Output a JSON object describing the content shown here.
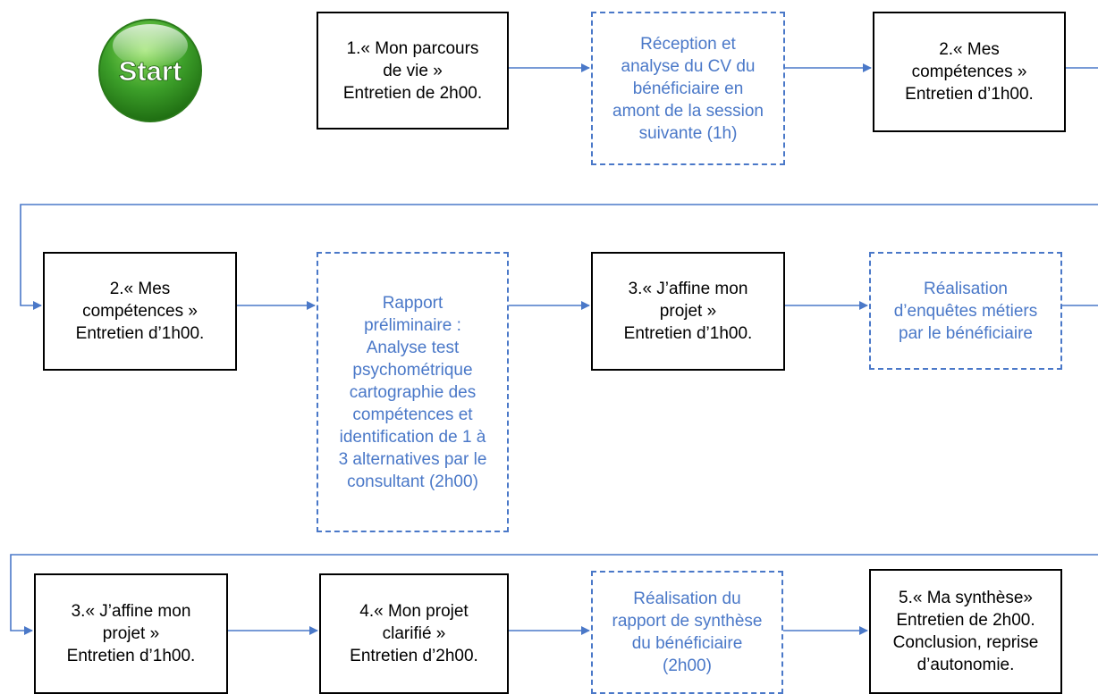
{
  "start": {
    "label": "Start"
  },
  "steps": [
    {
      "id": "s1",
      "text": "1.« Mon parcours\nde vie »\nEntretien de 2h00."
    },
    {
      "id": "s2",
      "text": "Réception et\nanalyse du CV du\nbénéficiaire en\namont de la session\nsuivante (1h)"
    },
    {
      "id": "s3",
      "text": "2.« Mes\ncompétences »\nEntretien d’1h00."
    },
    {
      "id": "s4",
      "text": "2.« Mes\ncompétences »\nEntretien d’1h00."
    },
    {
      "id": "s5",
      "text": "Rapport\npréliminaire :\nAnalyse test\npsychométrique\ncartographie des\ncompétences et\nidentification de 1 à\n3 alternatives par le\nconsultant (2h00)"
    },
    {
      "id": "s6",
      "text": "3.« J’affine mon\nprojet »\nEntretien d’1h00."
    },
    {
      "id": "s7",
      "text": "Réalisation\nd’enquêtes métiers\npar le bénéficiaire"
    },
    {
      "id": "s8",
      "text": "3.« J’affine mon\nprojet »\nEntretien d’1h00."
    },
    {
      "id": "s9",
      "text": "4.« Mon projet\nclarifié »\nEntretien d’2h00."
    },
    {
      "id": "s10",
      "text": "Réalisation du\nrapport de synthèse\ndu bénéficiaire\n(2h00)"
    },
    {
      "id": "s11",
      "text": "5.« Ma synthèse»\nEntretien de 2h00.\nConclusion, reprise\nd’autonomie."
    }
  ],
  "colors": {
    "accent": "#4a78c8",
    "start_green": "#3da02a"
  }
}
